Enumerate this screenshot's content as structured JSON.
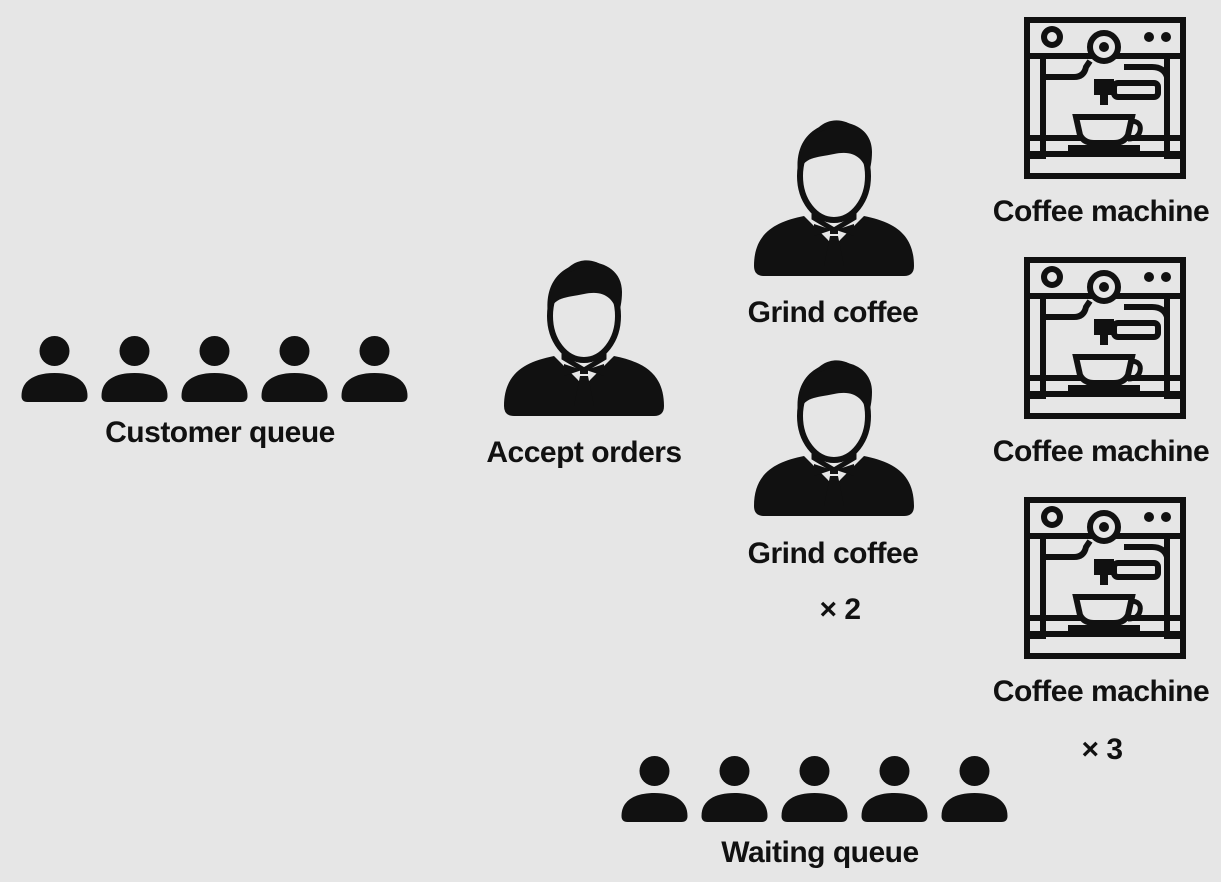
{
  "labels": {
    "customer_queue": "Customer queue",
    "accept_orders": "Accept orders",
    "grind_coffee_1": "Grind coffee",
    "grind_coffee_2": "Grind coffee",
    "grind_multiplier": "× 2",
    "coffee_machine_1": "Coffee machine",
    "coffee_machine_2": "Coffee machine",
    "coffee_machine_3": "Coffee machine",
    "machine_multiplier": "× 3",
    "waiting_queue": "Waiting queue"
  },
  "icons": {
    "customer": "person-icon",
    "waiter": "waiter-icon",
    "machine": "coffee-machine-icon"
  },
  "colors": {
    "background": "#e6e6e6",
    "foreground": "#111111"
  }
}
